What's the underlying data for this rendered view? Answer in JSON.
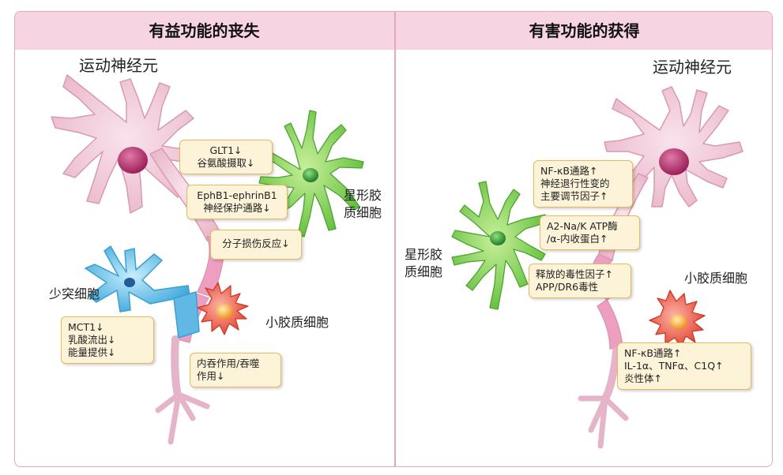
{
  "panels": {
    "left": {
      "title": "有益功能的丧失",
      "neuron_label": "运动神经元",
      "astrocyte_label": [
        "星形胶",
        "质细胞"
      ],
      "oligo_label": "少突细胞",
      "microglia_label": "小胶质细胞",
      "notes": {
        "glt1": [
          "GLT1↓",
          "谷氨酸摄取↓"
        ],
        "ephb1": [
          "EphB1-ephrinB1",
          "神经保护通路↓"
        ],
        "injury": [
          "分子损伤反应↓"
        ],
        "mct1": [
          "MCT1↓",
          "乳酸流出↓",
          "能量提供↓"
        ],
        "phago": [
          "内吞作用/吞噬",
          "作用↓"
        ]
      }
    },
    "right": {
      "title": "有害功能的获得",
      "neuron_label": "运动神经元",
      "astrocyte_label": [
        "星形胶",
        "质细胞"
      ],
      "microglia_label": "小胶质细胞",
      "notes": {
        "nfkb": [
          "NF-κB通路↑",
          "神经退行性变的",
          "主要调节因子↑"
        ],
        "atpase": [
          "A2-Na/K ATP酶",
          "/α-内收蛋白↑"
        ],
        "toxic": [
          "释放的毒性因子↑",
          "APP/DR6毒性"
        ],
        "inflam": [
          "NF-κB通路↑",
          "IL-1α、TNFα、C1Q↑",
          "炎性体↑"
        ]
      }
    }
  },
  "colors": {
    "neuron": "#f1c9d8",
    "neuron_stroke": "#d89ab2",
    "nucleus": "#b8306e",
    "astrocyte": "#7fcf4f",
    "astro_nucleus": "#2f8f32",
    "oligo": "#5bbde8",
    "microglia": "#e74a3a",
    "micro_nucleus": "#f6b24a",
    "header_bg": "#f6d4e1",
    "note_bg": "#fdf3d8",
    "note_border": "#e6b95c"
  }
}
